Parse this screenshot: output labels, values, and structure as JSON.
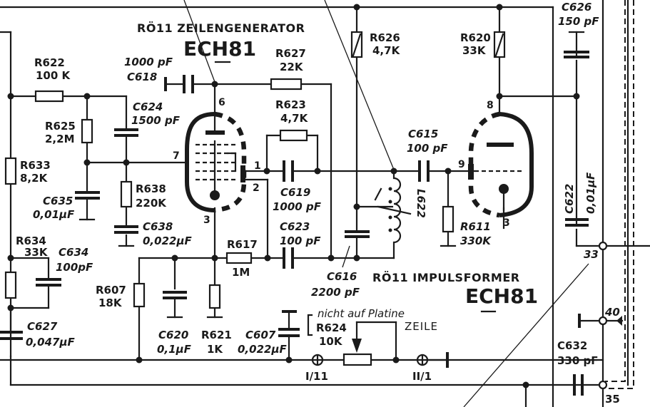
{
  "diagram": {
    "type": "electronic-schematic",
    "sections": {
      "line_generator": {
        "title": "RÖ11 ZEILENGENERATOR",
        "tube": "ECH81"
      },
      "pulse_former": {
        "title": "RÖ11 IMPULSFORMER",
        "tube": "ECH81"
      }
    },
    "resistors": [
      {
        "ref": "R622",
        "value": "100 K"
      },
      {
        "ref": "R625",
        "value": "2,2M"
      },
      {
        "ref": "R633",
        "value": "8,2K"
      },
      {
        "ref": "R638",
        "value": "220K"
      },
      {
        "ref": "R634",
        "value": "33K"
      },
      {
        "ref": "R607",
        "value": "18K"
      },
      {
        "ref": "R621",
        "value": "1K"
      },
      {
        "ref": "R617",
        "value": "1M"
      },
      {
        "ref": "R627",
        "value": "22K"
      },
      {
        "ref": "R623",
        "value": "4,7K"
      },
      {
        "ref": "R626",
        "value": "4,7K"
      },
      {
        "ref": "R620",
        "value": "33K"
      },
      {
        "ref": "R611",
        "value": "330K"
      },
      {
        "ref": "R624",
        "value": "10K"
      }
    ],
    "capacitors": [
      {
        "ref": "C618",
        "value": "1000 pF"
      },
      {
        "ref": "C624",
        "value": "1500 pF"
      },
      {
        "ref": "C635",
        "value": "0,01µF"
      },
      {
        "ref": "C638",
        "value": "0,022µF"
      },
      {
        "ref": "C634",
        "value": "100pF"
      },
      {
        "ref": "C627",
        "value": "0,047µF"
      },
      {
        "ref": "C620",
        "value": "0,1µF"
      },
      {
        "ref": "C607",
        "value": "0,022µF"
      },
      {
        "ref": "C619",
        "value": "1000 pF"
      },
      {
        "ref": "C623",
        "value": "100 pF"
      },
      {
        "ref": "C616",
        "value": "2200 pF"
      },
      {
        "ref": "C615",
        "value": "100 pF"
      },
      {
        "ref": "C626",
        "value": "150 pF"
      },
      {
        "ref": "C622",
        "value": "0,01µF"
      },
      {
        "ref": "C632",
        "value": "330 pF"
      }
    ],
    "inductors": [
      {
        "ref": "L622"
      }
    ],
    "pins": {
      "gen": [
        "6",
        "7",
        "1",
        "2",
        "3"
      ],
      "imp": [
        "8",
        "9",
        "3"
      ]
    },
    "connectors": [
      "33",
      "40",
      "35",
      "I/11",
      "II/1"
    ],
    "notes": {
      "not_on_board": "nicht auf Platine",
      "control_label": "ZEILE"
    }
  }
}
